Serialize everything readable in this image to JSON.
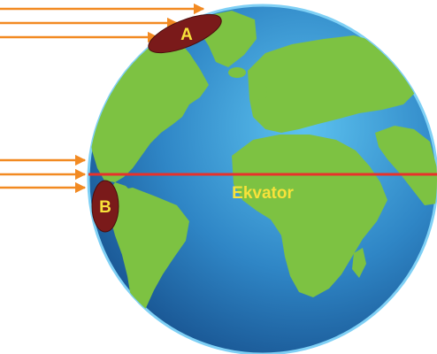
{
  "labels": {
    "region_a": "A",
    "region_b": "B",
    "equator": "Ekvator"
  },
  "colors": {
    "ocean_light": "#4fb3e8",
    "ocean_dark": "#1d5a9a",
    "land": "#7dc242",
    "land_dark": "#4f9a2c",
    "equator_line": "#e8312a",
    "sun_rays": "#f28a22",
    "region_fill": "#7a1a1a",
    "label_text": "#f7e23a",
    "globe_rim": "#7fd0f5"
  },
  "sun_rays": {
    "upper_group_count": 3,
    "lower_group_count": 3
  }
}
